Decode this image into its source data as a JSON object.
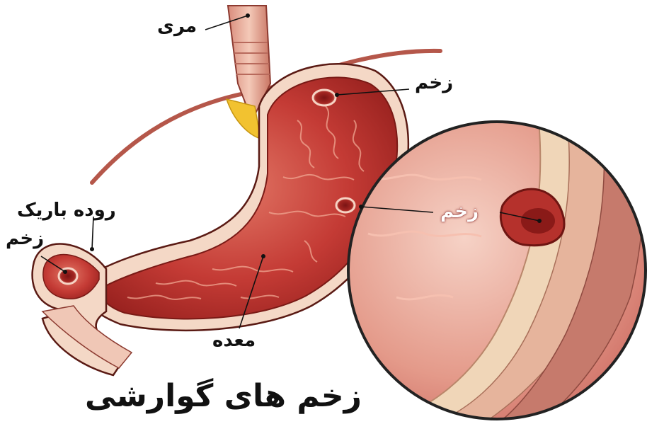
{
  "labels": {
    "esophagus": "مری",
    "ulcer_top": "زخم",
    "ulcer_middle": "زخم",
    "small_intestine": "روده باریک",
    "ulcer_left": "زخم",
    "stomach": "معده"
  },
  "title": "زخم های گوارشی",
  "colors": {
    "tissue_dark": "#a8201f",
    "tissue_mid": "#cf4a44",
    "tissue_light": "#f0b6a6",
    "wall": "#f4d8c6",
    "fat": "#f2c230",
    "outline": "#5a1a14"
  }
}
